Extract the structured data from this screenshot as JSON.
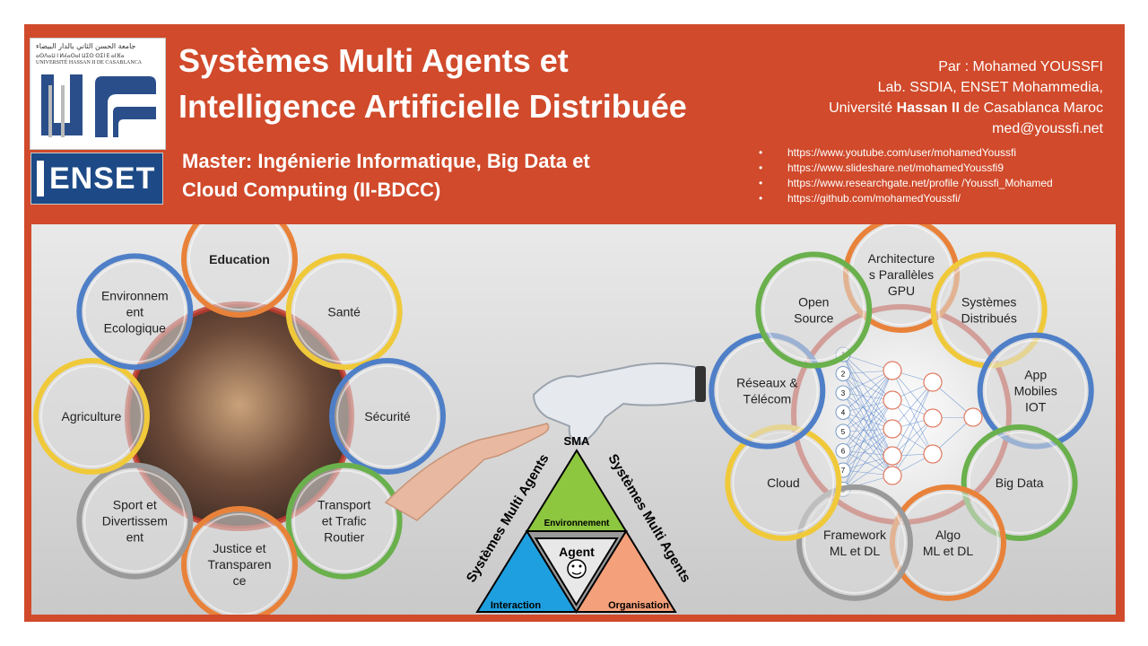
{
  "header": {
    "logo_uh2": {
      "arabic": "جامعة الحسن الثاني بالدار البيضاء",
      "latin": "ⴰⵙⴷⴰⵡ ⵏ ⵍⵃⴰⵙⴰⵏ ⵡⵉⵙ ⵙⵉⵏ ⴹ ⴰⵏⴼⴰ",
      "name": "UNIVERSITÉ HASSAN II DE CASABLANCA"
    },
    "logo_enset": "ENSET",
    "title_line1": "Systèmes Multi Agents et",
    "title_line2": "Intelligence Artificielle Distribuée",
    "master_line1": "Master: Ingénierie Informatique, Big Data et",
    "master_line2": "Cloud Computing (II-BDCC)",
    "author_line1": "Par :  Mohamed YOUSSFI",
    "author_line2": "Lab. SSDIA, ENSET Mohammedia,",
    "author_line3_pre": "Université ",
    "author_line3_bold": "Hassan II",
    "author_line3_post": " de Casablanca Maroc",
    "author_email": "med@youssfi.net",
    "links": [
      "https://www.youtube.com/user/mohamedYoussfi",
      "https://www.slideshare.net/mohamedYoussfi9",
      "https://www.researchgate.net/profile /Youssfi_Mohamed",
      "https://github.com/mohamedYoussfi/"
    ]
  },
  "left_ring": {
    "bubbles": [
      {
        "label": [
          "Education"
        ],
        "color": "#e8823a"
      },
      {
        "label": [
          "Santé"
        ],
        "color": "#f0c93a"
      },
      {
        "label": [
          "Sécurité"
        ],
        "color": "#4f7fc7"
      },
      {
        "label": [
          "Transport",
          "et Trafic",
          "Routier"
        ],
        "color": "#6ab04c"
      },
      {
        "label": [
          "Justice et",
          "Transparen",
          "ce"
        ],
        "color": "#e8823a"
      },
      {
        "label": [
          "Sport et",
          "Divertissem",
          "ent"
        ],
        "color": "#9a9a9a"
      },
      {
        "label": [
          "Agriculture"
        ],
        "color": "#f0c93a"
      },
      {
        "label": [
          "Environnem",
          "ent",
          "Ecologique"
        ],
        "color": "#4f7fc7"
      }
    ]
  },
  "right_ring": {
    "bubbles": [
      {
        "label": [
          "Architecture",
          "s Parallèles",
          "GPU"
        ],
        "color": "#e8823a"
      },
      {
        "label": [
          "Systèmes",
          "Distribués"
        ],
        "color": "#f0c93a"
      },
      {
        "label": [
          "App",
          "Mobiles",
          "IOT"
        ],
        "color": "#4f7fc7"
      },
      {
        "label": [
          "Big Data"
        ],
        "color": "#6ab04c"
      },
      {
        "label": [
          "Algo",
          "ML et DL"
        ],
        "color": "#e8823a"
      },
      {
        "label": [
          "Framework",
          "ML et DL"
        ],
        "color": "#9a9a9a"
      },
      {
        "label": [
          "Cloud"
        ],
        "color": "#f0c93a"
      },
      {
        "label": [
          "Réseaux &",
          "Télécom"
        ],
        "color": "#4f7fc7"
      },
      {
        "label": [
          "Open",
          "Source"
        ],
        "color": "#6ab04c"
      }
    ],
    "nn_inputs": [
      "1",
      "2",
      "3",
      "4",
      "5",
      "6",
      "7",
      "8"
    ]
  },
  "sma": {
    "top_label": "SMA",
    "side_left": "Systèmes Multi Agents",
    "side_right": "Systèmes Multi Agents",
    "center": "Agent",
    "environnement": "Environnement",
    "interaction": "Interaction",
    "organisation": "Organisation",
    "colors": {
      "top": "#8dc63f",
      "left": "#1ea0e0",
      "right": "#f4a07a",
      "center": "#9a9a9a"
    }
  }
}
